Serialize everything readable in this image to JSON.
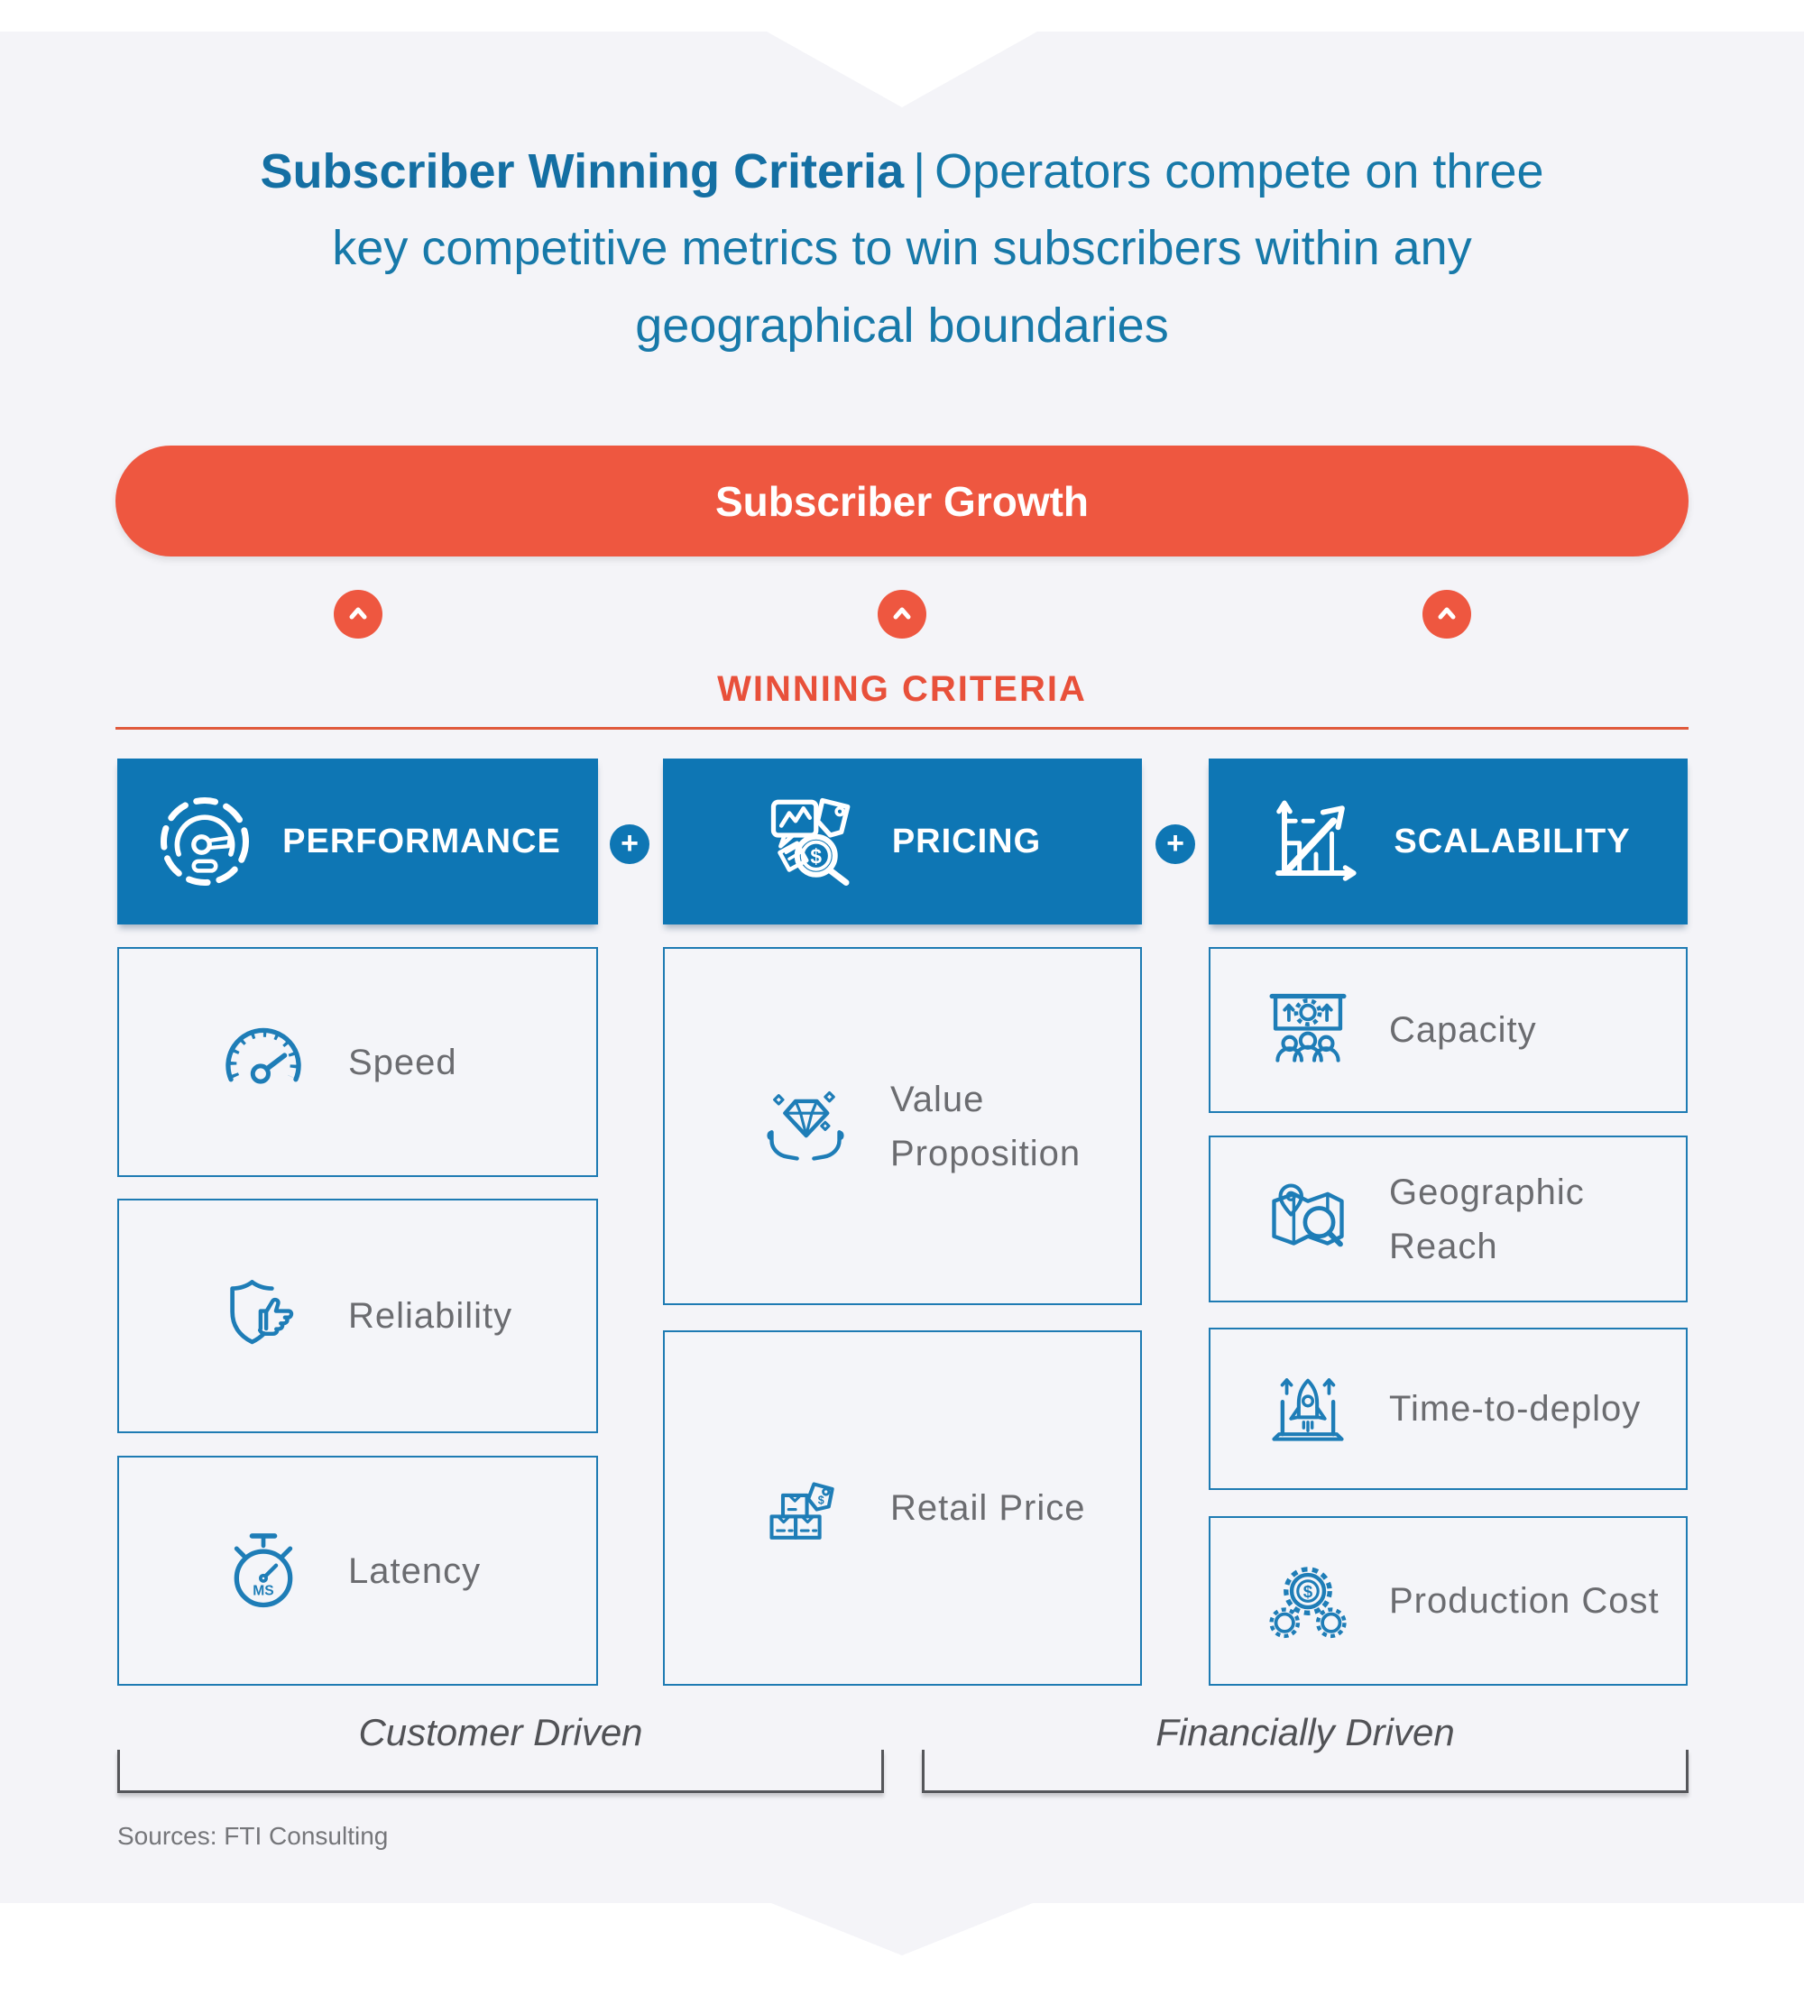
{
  "header": {
    "title_bold": "Subscriber Winning Criteria",
    "title_sep": "|",
    "title_rest": "Operators compete on three key competitive metrics to win subscribers within any geographical boundaries"
  },
  "banner": {
    "label": "Subscriber Growth",
    "arrow_icon": "chevron-up-icon"
  },
  "section": {
    "label": "WINNING CRITERIA"
  },
  "misc": {
    "plus": "+"
  },
  "columns": [
    {
      "header": "PERFORMANCE",
      "icon": "speedometer-icon",
      "items": [
        {
          "label": "Speed",
          "icon": "speed-gauge-icon"
        },
        {
          "label": "Reliability",
          "icon": "shield-thumbs-up-icon"
        },
        {
          "label": "Latency",
          "icon": "stopwatch-ms-icon"
        }
      ]
    },
    {
      "header": "PRICING",
      "icon": "pricing-analysis-icon",
      "items": [
        {
          "label": "Value Proposition",
          "icon": "hands-diamond-icon"
        },
        {
          "label": "Retail Price",
          "icon": "boxes-price-tag-icon"
        }
      ]
    },
    {
      "header": "SCALABILITY",
      "icon": "growth-chart-icon",
      "items": [
        {
          "label": "Capacity",
          "icon": "presentation-gear-people-icon"
        },
        {
          "label": "Geographic Reach",
          "icon": "map-pin-magnifier-icon"
        },
        {
          "label": "Time-to-deploy",
          "icon": "rocket-laptop-icon"
        },
        {
          "label": "Production Cost",
          "icon": "gears-dollar-icon"
        }
      ]
    }
  ],
  "brackets": [
    {
      "label": "Customer Driven"
    },
    {
      "label": "Financially Driven"
    }
  ],
  "footer": {
    "sources": "Sources: FTI Consulting"
  },
  "colors": {
    "accent_orange": "#ee5740",
    "primary_blue": "#0e76b4",
    "icon_blue": "#1e7db7",
    "title_blue": "#1779a9",
    "label_gray": "#6b6c70",
    "bracket_gray": "#55565a",
    "card_bg": "#f4f4f8"
  }
}
